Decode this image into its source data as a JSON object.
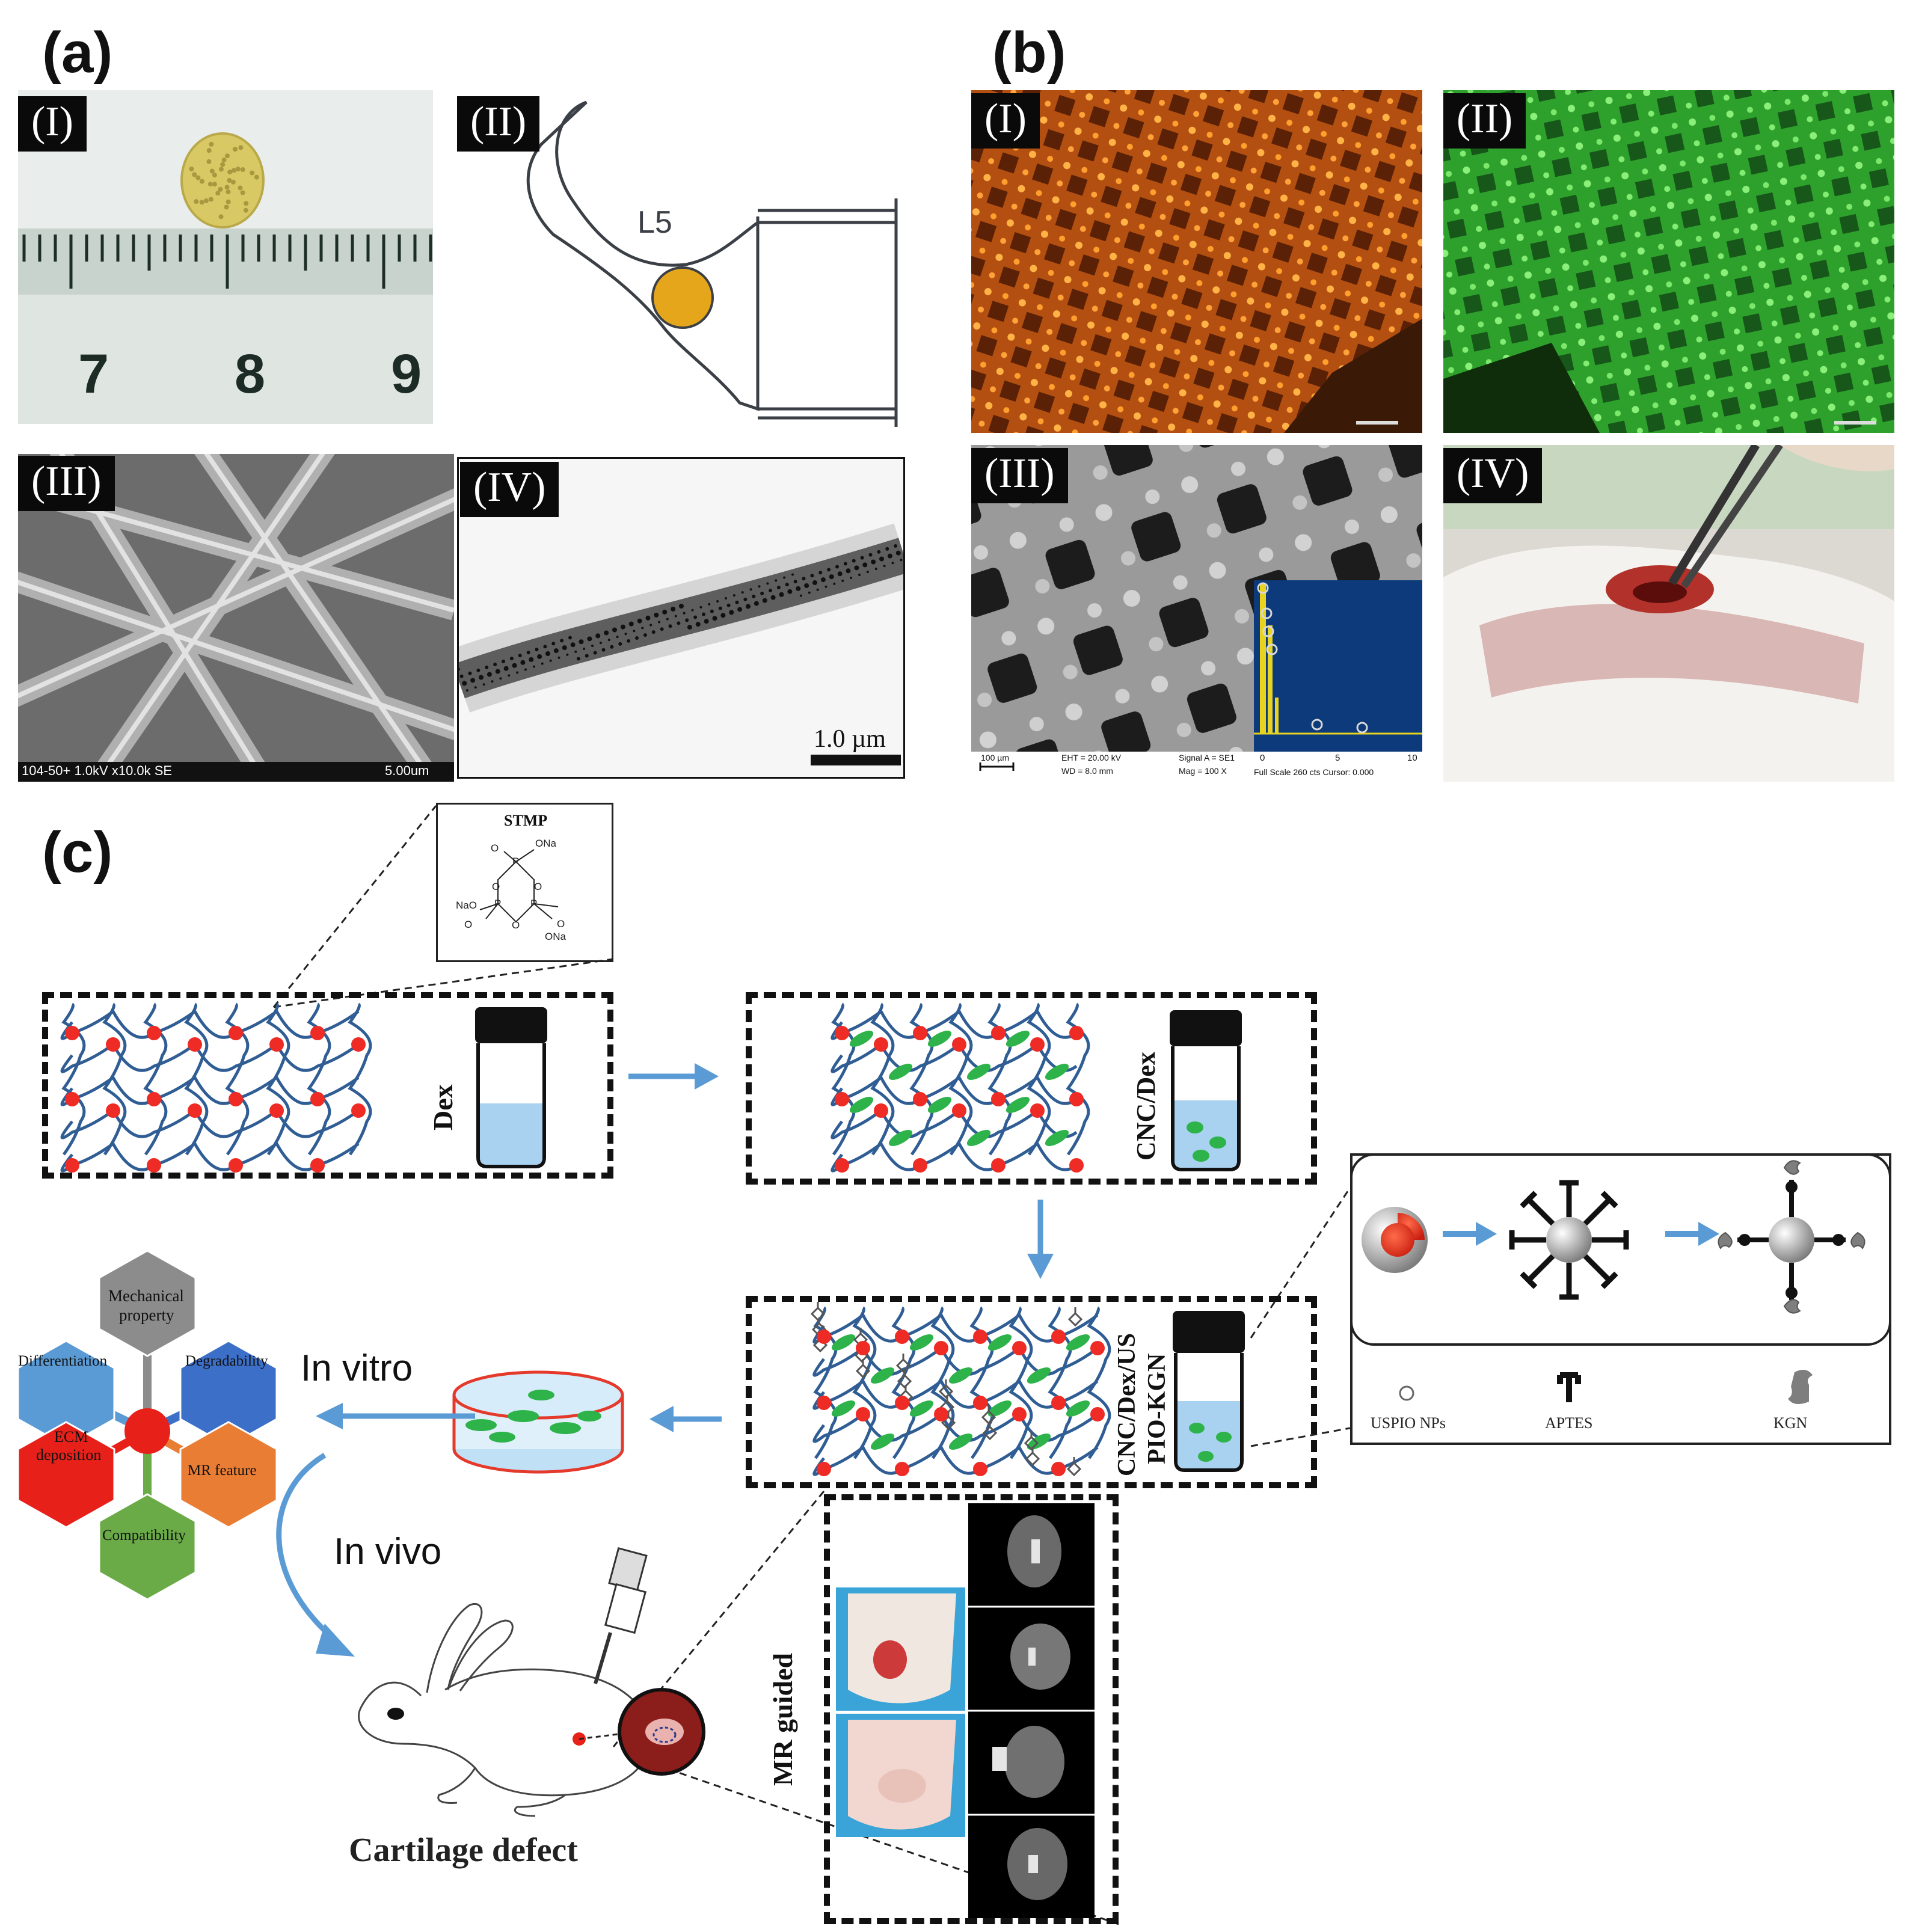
{
  "panels": {
    "a": {
      "letter": "(a)",
      "tags": [
        "(I)",
        "(II)",
        "(III)",
        "(IV)"
      ],
      "ruler_numbers": [
        "7",
        "8",
        "9"
      ],
      "sketch_label": "L5",
      "sem_footer": "104-50+ 1.0kV x10.0k SE",
      "sem_scale": "5.00um",
      "tem_scale": "1.0 µm"
    },
    "b": {
      "letter": "(b)",
      "tags": [
        "(I)",
        "(II)",
        "(III)",
        "(IV)"
      ],
      "sem_scale": "100 µm",
      "sem_info_1": "EHT = 20.00 kV",
      "sem_info_2": "WD = 8.0 mm",
      "sem_info_3": "Signal A = SE1",
      "sem_info_4": "Mag = 100 X",
      "eds_axis": [
        "0",
        "5",
        "10"
      ],
      "eds_footer": "Full Scale 260 cts Cursor: 0.000"
    },
    "c": {
      "letter": "(c)",
      "stmp": {
        "title": "STMP",
        "ona_1": "ONa",
        "nao": "NaO",
        "ona_2": "ONa"
      },
      "box1_label": "Dex",
      "box2_label": "CNC/Dex",
      "box3_label_1": "CNC/Dex/US",
      "box3_label_2": "PIO-KGN",
      "legend": {
        "uspio": "USPIO NPs",
        "aptes": "APTES",
        "kgn": "KGN"
      },
      "in_vitro": "In vitro",
      "in_vivo": "In vivo",
      "hexagons": {
        "mechanical_1": "Mechanical",
        "mechanical_2": "property",
        "differentiation": "Differentiation",
        "degradability": "Degradability",
        "ecm_1": "ECM",
        "ecm_2": "deposition",
        "mr_feature": "MR feature",
        "compatibility": "Compatibility"
      },
      "mr_guided": "MR guided",
      "cartilage_defect": "Cartilage defect"
    }
  },
  "colors": {
    "hex_gray": "#8c8c8c",
    "hex_light_blue": "#5b9bd5",
    "hex_dark_blue": "#3c6fc8",
    "hex_red": "#e8201a",
    "hex_orange": "#ea7d34",
    "hex_green": "#6aab47",
    "arrow_blue": "#5b9bd5",
    "node_red": "#ee2b24",
    "cnc_green": "#2db34a"
  }
}
